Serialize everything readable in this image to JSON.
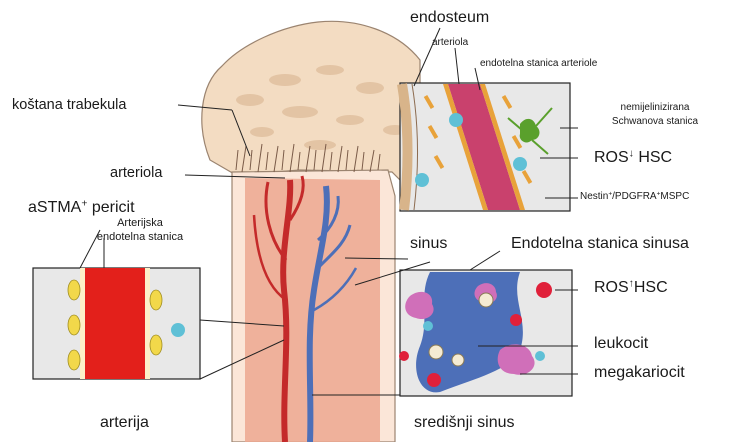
{
  "labels": {
    "endosteum": "endosteum",
    "arteriola_top": "arteriola",
    "endotelna_arteriole": "endotelna stanica arteriole",
    "kostana_trabekula": "koštana trabekula",
    "nemijelinizirana_1": "nemijelinizirana",
    "nemijelinizirana_2": "Schwanova stanica",
    "ros_low": "ROS",
    "ros_low_hsc": "HSC",
    "nestin_a": "Nestin",
    "nestin_b": "/PDGFRA",
    "nestin_c": "MSPC",
    "arteriola_mid": "arteriola",
    "astma_a": "aSTMA",
    "astma_b": " pericit",
    "arterijska_1": "Arterijska",
    "arterijska_2": "endotelna stanica",
    "sinus": "sinus",
    "endotelna_sinusa": "Endotelna stanica sinusa",
    "ros_high": "ROS",
    "ros_high_hsc": "HSC",
    "leukocit": "leukocit",
    "megakariocit": "megakariocit",
    "arterija": "arterija",
    "sredisnji_sinus": "središnji sinus"
  },
  "symbols": {
    "plus": "+",
    "arrow_down": "↓",
    "arrow_up": "↑"
  },
  "colors": {
    "bone": "#f3dcc2",
    "trabecula": "#e9c8a6",
    "marrow": "#eca791",
    "artery": "#d92c2c",
    "sinus": "#4d6fb8",
    "pericyte": "#f2d84a",
    "hsc": "#5fc0d6",
    "rbc": "#e0203a",
    "megakaryocyte": "#d06fb9",
    "schwann": "#5aa02c",
    "orange_cell": "#e8a23a",
    "box_bg": "#e8e8e8"
  }
}
